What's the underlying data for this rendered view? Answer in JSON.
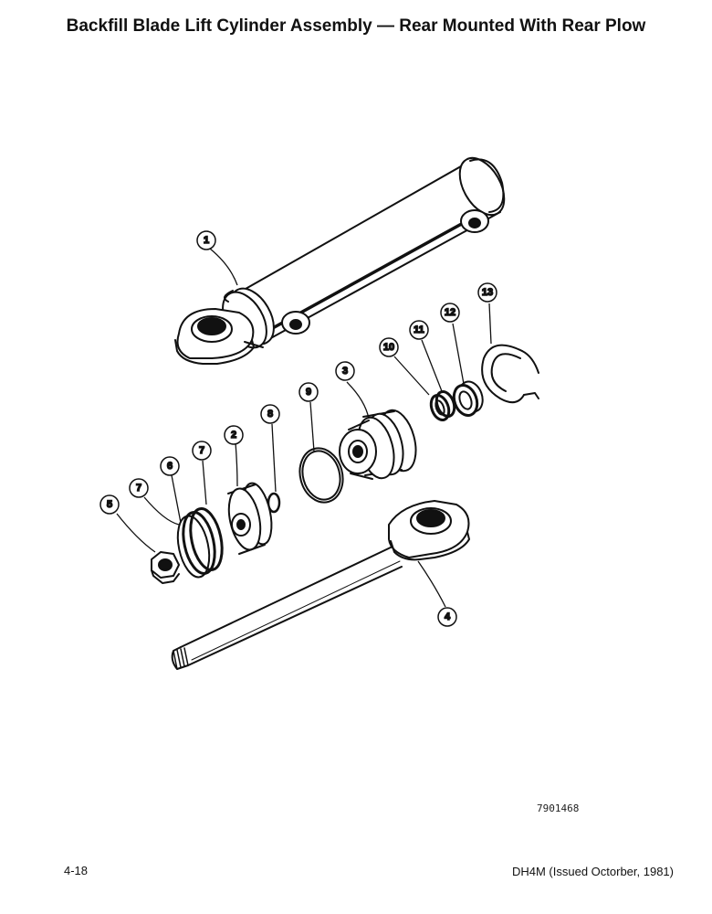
{
  "page": {
    "title": "Backfill Blade Lift Cylinder Assembly — Rear Mounted With Rear Plow",
    "figure_id": "7901468",
    "page_number": "4-18",
    "doc_reference": "DH4M (Issued Octorber, 1981)"
  },
  "callouts": {
    "c1": "1",
    "c2": "2",
    "c3": "3",
    "c4": "4",
    "c5": "5",
    "c6": "6",
    "c7a": "7",
    "c7b": "7",
    "c8": "8",
    "c9": "9",
    "c10": "10",
    "c11": "11",
    "c12": "12",
    "c13": "13"
  }
}
